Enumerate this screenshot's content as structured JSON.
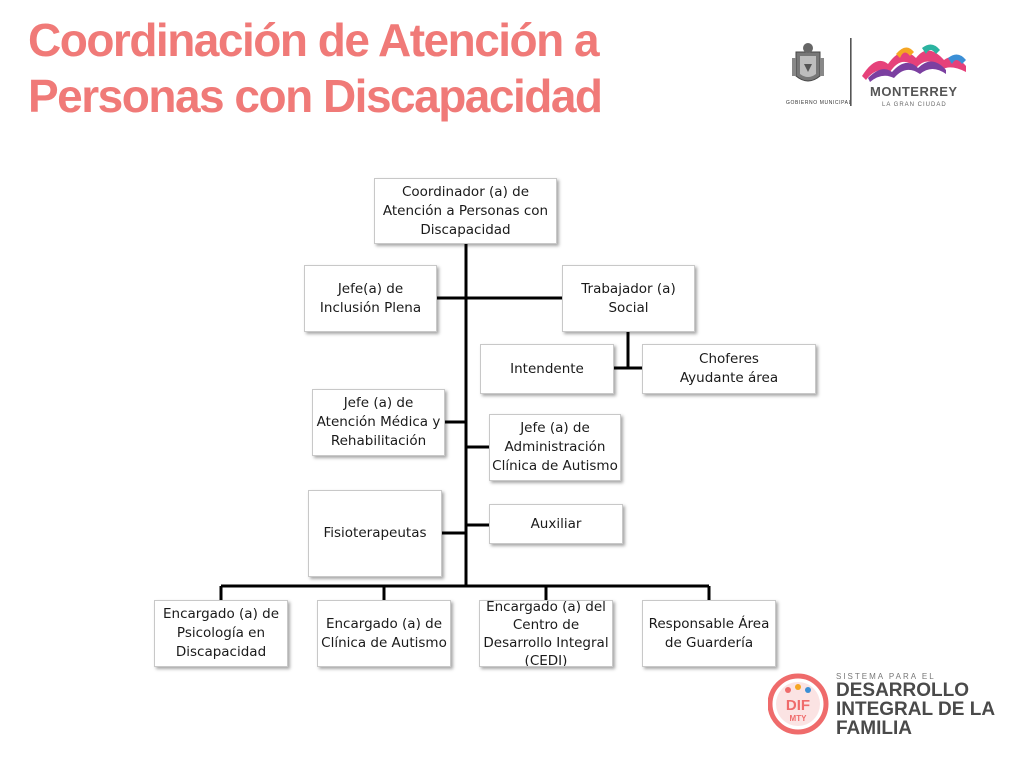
{
  "title": {
    "line1": "Coordinación de Atención a",
    "line2": "Personas con Discapacidad"
  },
  "colors": {
    "title": "#f07a78",
    "lines": "#000000",
    "dif_accent": "#ef6b6b"
  },
  "logos": {
    "municipal": "GOBIERNO MUNICIPAL",
    "city": "MONTERREY",
    "city_tagline": "LA GRAN CIUDAD",
    "dif_badge": "DIF",
    "dif_badge_sub": "MTY",
    "dif_small": "SISTEMA PARA EL",
    "dif_line1": "DESARROLLO",
    "dif_line2": "INTEGRAL DE LA",
    "dif_line3": "FAMILIA"
  },
  "org": {
    "coordinador": "Coordinador (a) de\nAtención a Personas con\nDiscapacidad",
    "jefe_inclusion": "Jefe(a) de\nInclusión Plena",
    "trabajador_social": "Trabajador (a)\nSocial",
    "intendente": "Intendente",
    "choferes": "Choferes\nAyudante área",
    "jefe_atencion_medica": "Jefe (a) de\nAtención Médica y\nRehabilitación",
    "jefe_administracion": "Jefe (a) de\nAdministración\nClínica de Autismo",
    "fisioterapeutas": "Fisioterapeutas",
    "auxiliar": "Auxiliar",
    "encargado_psicologia": "Encargado (a) de\nPsicología en\nDiscapacidad",
    "encargado_clinica": "Encargado (a) de\nClínica de Autismo",
    "encargado_cedi": "Encargado (a) del\nCentro de\nDesarrollo Integral\n(CEDI)",
    "responsable_guarderia": "Responsable Área\nde Guardería"
  }
}
